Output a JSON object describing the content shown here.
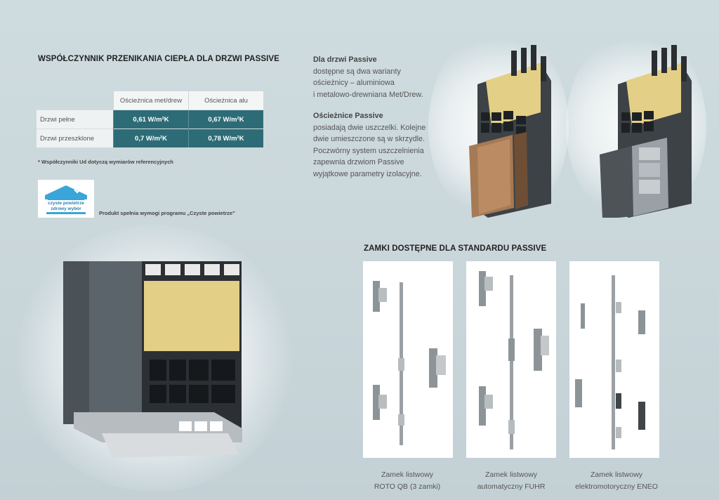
{
  "heat_section": {
    "title": "WSPÓŁCZYNNIK PRZENIKANIA CIEPŁA DLA DRZWI PASSIVE",
    "table": {
      "columns": [
        "Ościeżnica met/drew",
        "Ościeżnica alu"
      ],
      "rows": [
        {
          "label": "Drzwi pełne",
          "values": [
            "0,61 W/m²K",
            "0,67 W/m²K"
          ]
        },
        {
          "label": "Drzwi przeszklone",
          "values": [
            "0,7 W/m²K",
            "0,78 W/m²K"
          ]
        }
      ]
    },
    "footnote": "* Współczynniki Ud dotyczą wymiarów referencyjnych"
  },
  "program": {
    "logo_line1": "czyste powietrze",
    "logo_line2": "zdrowy wybór",
    "text": "Produkt spełnia wymogi programu „Czyste powietrze”"
  },
  "frames_info": {
    "title1": "Dla drzwi Passive",
    "body1": [
      "dostępne są dwa warianty",
      "ościeżnicy – aluminiowa",
      "i metalowo-drewniana Met/Drew."
    ],
    "title2": "Ościeżnice Passive",
    "body2": [
      "posiadają dwie uszczelki. Kolejne",
      "dwie umieszczone są w skrzydle.",
      "Poczwórny system uszczelnienia",
      "zapewnia drzwiom Passive",
      "wyjątkowe parametry izolacyjne."
    ]
  },
  "locks": {
    "title": "ZAMKI DOSTĘPNE DLA STANDARDU PASSIVE",
    "items": [
      {
        "line1": "Zamek listwowy",
        "line2": "ROTO QB (3 zamki)"
      },
      {
        "line1": "Zamek listwowy",
        "line2": "automatyczny FUHR"
      },
      {
        "line1": "Zamek listwowy",
        "line2": "elektromotoryczny  ENEO"
      }
    ]
  },
  "colors": {
    "table_value_bg": "#2d6c77",
    "logo_blue": "#3aa5d8",
    "insulation": "#e3cf86",
    "frame_dark": "#3d4246"
  }
}
